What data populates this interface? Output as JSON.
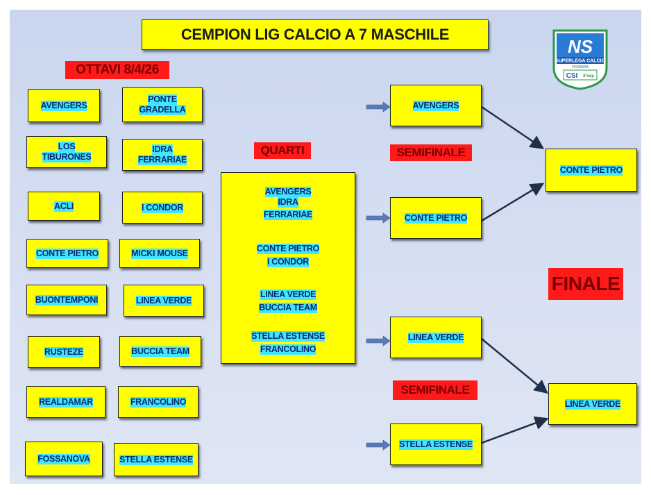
{
  "title": "CEMPION LIG CALCIO A 7 MASCHILE",
  "ottavi_label": "OTTAVI 8/4/26",
  "quarti_label": "QUARTI",
  "semifinale_label": "SEMIFINALE",
  "finale_label": "FINALE",
  "ottavi": [
    [
      "AVENGERS",
      "PONTE GRADELLA"
    ],
    [
      "LOS TIBURONES",
      "IDRA FERRARIAE"
    ],
    [
      "ACLI",
      "I CONDOR"
    ],
    [
      "CONTE PIETRO",
      "MICKI MOUSE"
    ],
    [
      "BUONTEMPONI",
      "LINEA VERDE"
    ],
    [
      "RUSTEZE",
      "BUCCIA TEAM"
    ],
    [
      "REALDAMAR",
      "FRANCOLINO"
    ],
    [
      "FOSSANOVA",
      "STELLA ESTENSE"
    ]
  ],
  "quarti": [
    [
      "AVENGERS",
      "IDRA",
      "FERRARIAE"
    ],
    [
      "CONTE PIETRO",
      "I CONDOR"
    ],
    [
      "LINEA VERDE",
      "BUCCIA TEAM"
    ],
    [
      "STELLA ESTENSE",
      "FRANCOLINO"
    ]
  ],
  "semifinalisti": [
    "AVENGERS",
    "CONTE PIETRO",
    "LINEA VERDE",
    "STELLA ESTENSE"
  ],
  "finalisti": [
    "CONTE PIETRO",
    "LINEA VERDE"
  ],
  "logo": {
    "text_main": "SUPERLEGA CALCIO",
    "text_sub": "FERRARA",
    "csi": "CSI",
    "partner": "it'sop"
  },
  "colors": {
    "box": "#ffff00",
    "highlight": "#40e6ff",
    "label_red": "#ff1a1a",
    "arrow": "#5a7bb8",
    "connector": "#1f2f4a"
  }
}
